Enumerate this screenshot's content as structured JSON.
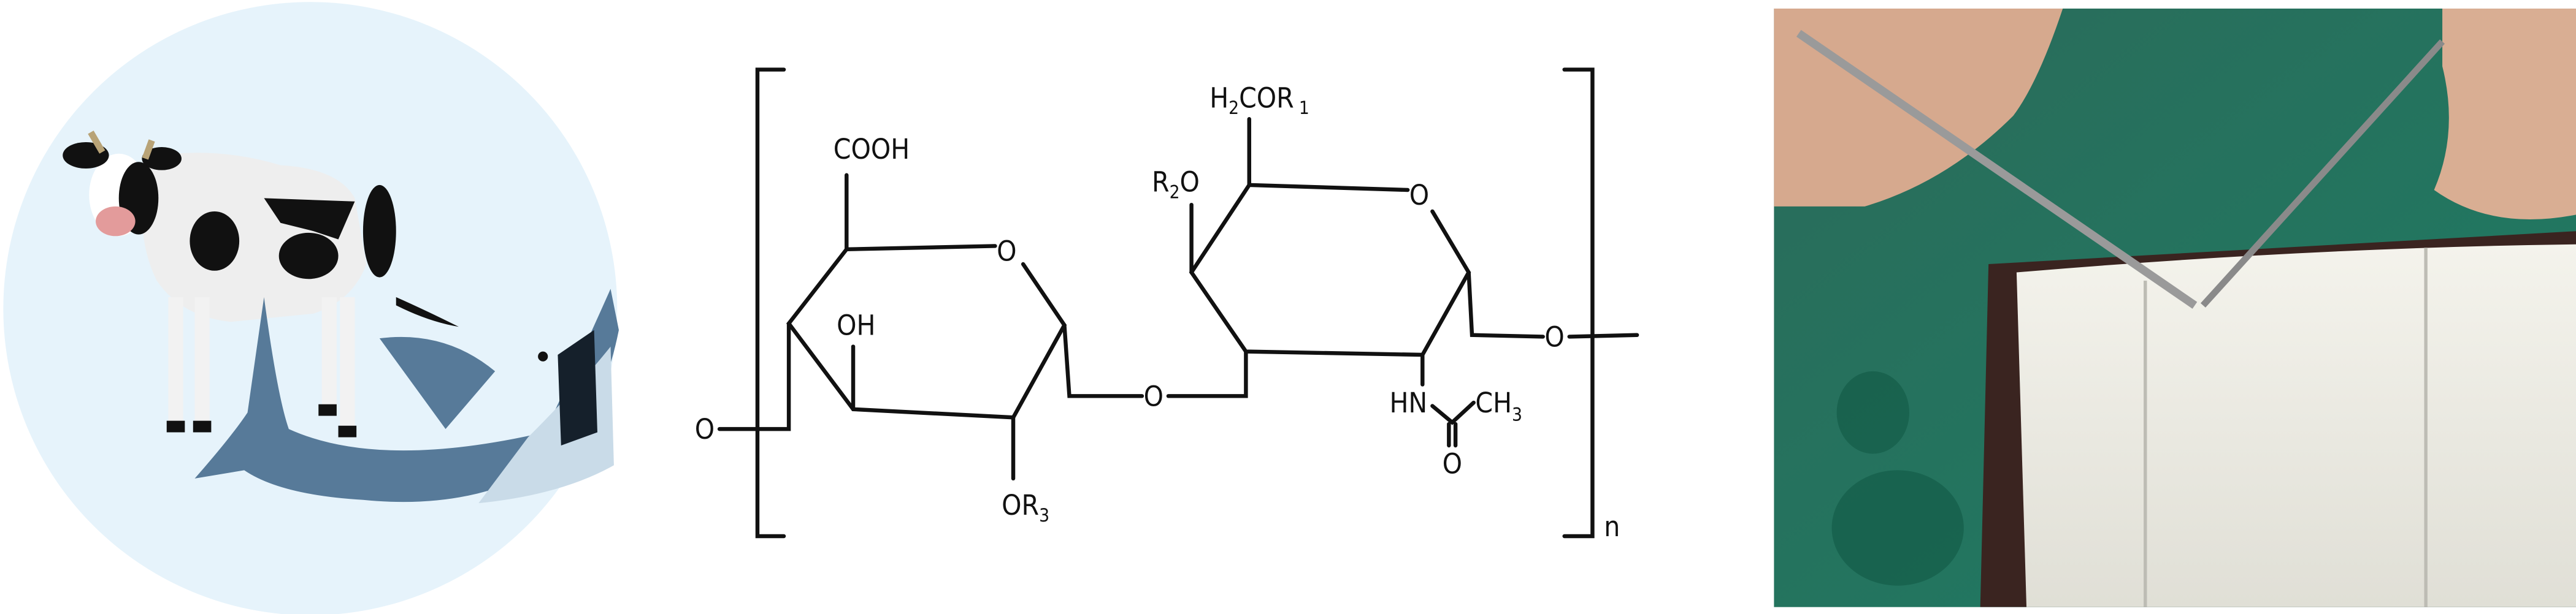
{
  "panels": {
    "illustration": {
      "subjects": [
        "cow",
        "shark"
      ],
      "background_color": "#e6f3fb"
    },
    "structure": {
      "labels": {
        "cooh": "COOH",
        "oh": "OH",
        "or3_main": "OR",
        "or3_sub": "3",
        "h2cor1_h": "H",
        "h2cor1_sub2": "2",
        "h2cor1_mid": "COR",
        "h2cor1_sub1": "1",
        "r2o_r": "R",
        "r2o_sub": "2",
        "r2o_o": "O",
        "ring1_o": "O",
        "ring2_o": "O",
        "glyco_o": "O",
        "left_o": "O",
        "right_o": "O",
        "hn": "HN",
        "ch3_main": "CH",
        "ch3_sub": "3",
        "carbonyl_o": "O",
        "repeat_n": "n"
      }
    },
    "photo": {
      "subject": "surgical-handling-of-membrane",
      "drape_color": "#1f7a62",
      "gauze_color": "#ecebe4"
    }
  }
}
